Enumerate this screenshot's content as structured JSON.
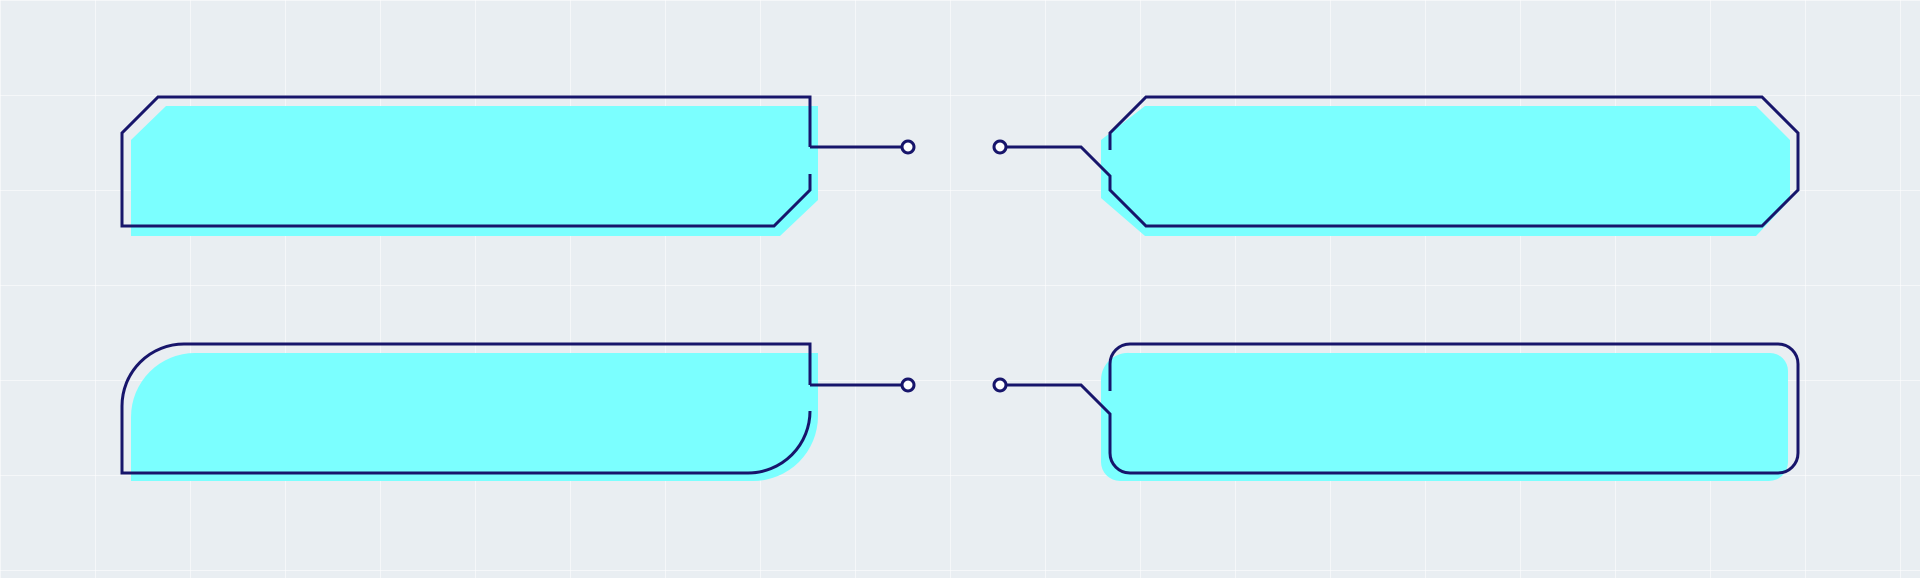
{
  "colors": {
    "background": "#e9eef2",
    "grid": "#ffffff",
    "fill": "#7bffff",
    "outline": "#17156b",
    "connector_dot_fill": "#ffffff"
  },
  "frames": [
    {
      "name": "frame-top-left",
      "style": "chamfered",
      "connector_side": "right"
    },
    {
      "name": "frame-top-right",
      "style": "chamfered",
      "connector_side": "left"
    },
    {
      "name": "frame-bottom-left",
      "style": "rounded",
      "connector_side": "right"
    },
    {
      "name": "frame-bottom-right",
      "style": "rounded",
      "connector_side": "left"
    }
  ]
}
